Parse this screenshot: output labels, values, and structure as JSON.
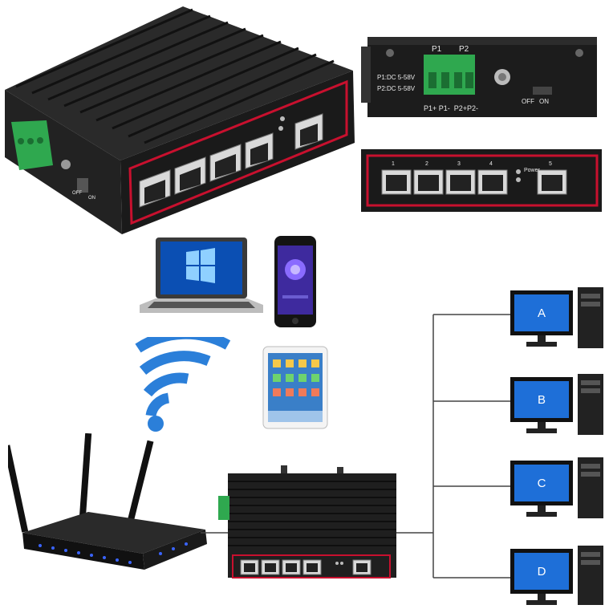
{
  "rear_panel": {
    "terminal_labels": [
      "P1",
      "P2"
    ],
    "power_spec_1": "P1:DC 5-58V",
    "power_spec_2": "P2:DC 5-58V",
    "terminal_polarity": "P1+ P1-  P2+P2-",
    "switch_off": "OFF",
    "switch_on": "ON"
  },
  "front_panel": {
    "port_numbers": [
      "1",
      "2",
      "3",
      "4",
      "5"
    ],
    "power_label": "Power"
  },
  "main_switch": {
    "switch_off": "OFF",
    "switch_on": "ON"
  },
  "computers": [
    {
      "label": "A"
    },
    {
      "label": "B"
    },
    {
      "label": "C"
    },
    {
      "label": "D"
    }
  ],
  "colors": {
    "switch_body": "#1c1c1c",
    "panel_red": "#c8102e",
    "terminal_green": "#2fa84f",
    "wifi_blue": "#2b7fd9",
    "monitor_blue": "#1e6fd8"
  }
}
